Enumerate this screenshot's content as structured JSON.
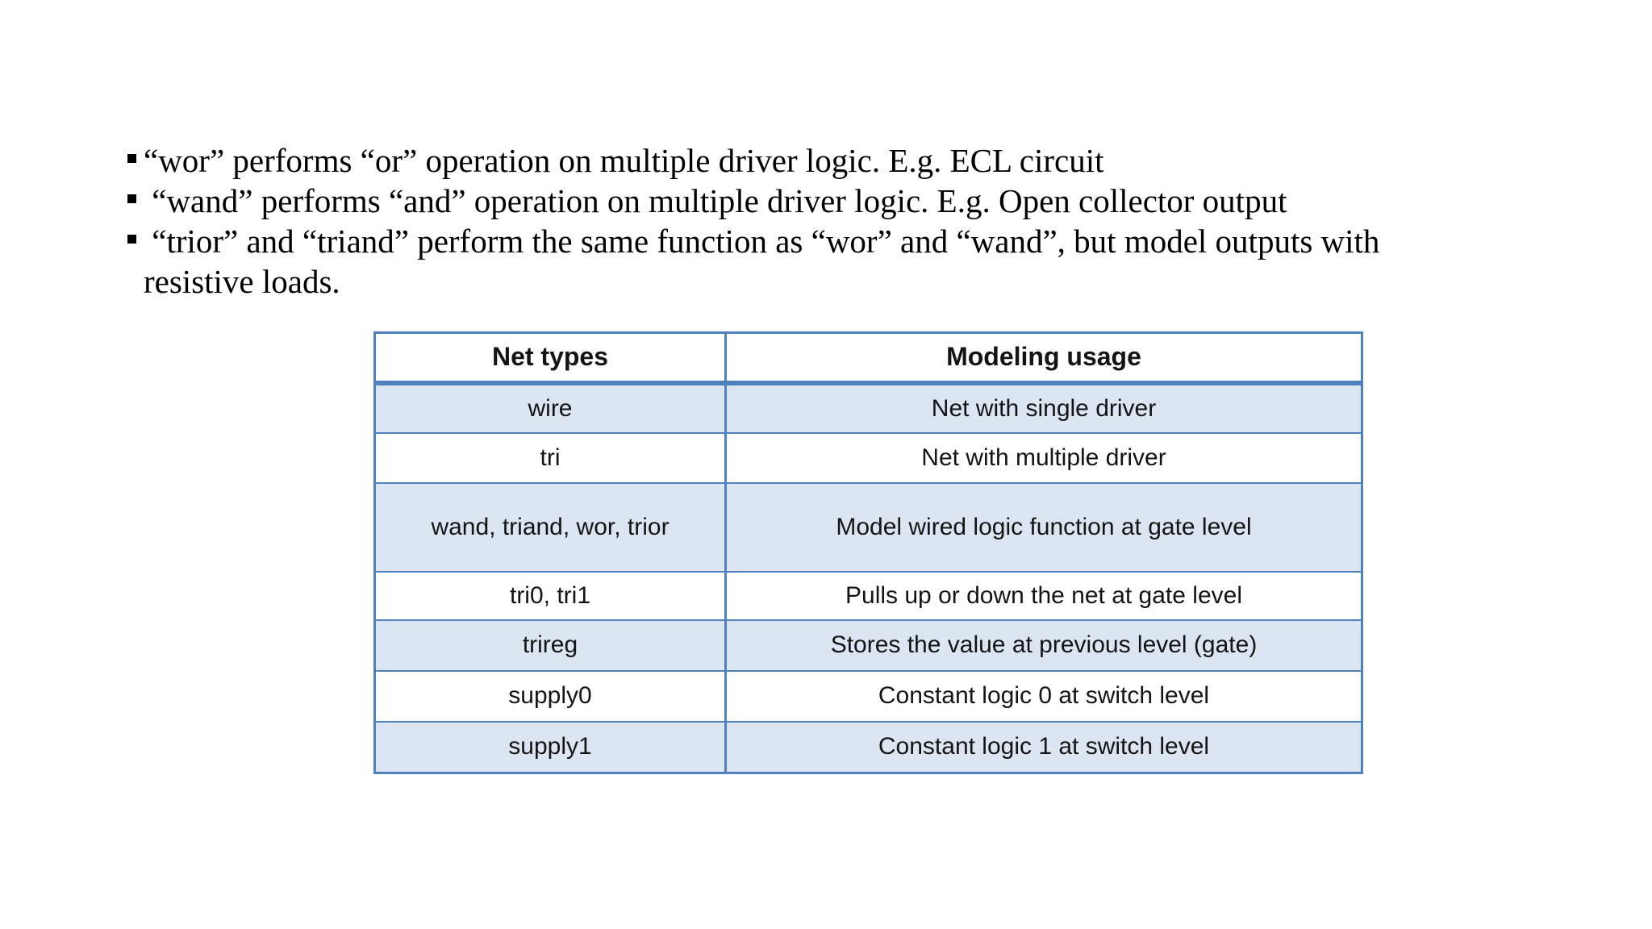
{
  "bullets": [
    {
      "text": "“wor” performs “or” operation on multiple driver logic. E.g. ECL circuit"
    },
    {
      "text": " “wand” performs “and” operation on multiple driver logic. E.g. Open collector output"
    },
    {
      "text": " “trior” and “triand” perform the same function as “wor” and “wand”, but model outputs with",
      "text2": "resistive loads."
    }
  ],
  "table": {
    "headers": {
      "net_types": "Net types",
      "modeling_usage": "Modeling usage"
    },
    "rows": [
      {
        "net": "wire",
        "usage": "Net with single driver"
      },
      {
        "net": "tri",
        "usage": "Net with multiple driver"
      },
      {
        "net": "wand, triand, wor, trior",
        "usage": "Model wired logic function at gate level"
      },
      {
        "net": "tri0, tri1",
        "usage": "Pulls up or down the net at gate level"
      },
      {
        "net": "trireg",
        "usage": "Stores the value at previous level (gate)"
      },
      {
        "net": "supply0",
        "usage": "Constant logic 0 at switch level"
      },
      {
        "net": "supply1",
        "usage": "Constant logic 1 at switch level"
      }
    ]
  },
  "colors": {
    "table_border": "#4f81bd",
    "row_shade": "#dce6f2",
    "text": "#000000"
  }
}
